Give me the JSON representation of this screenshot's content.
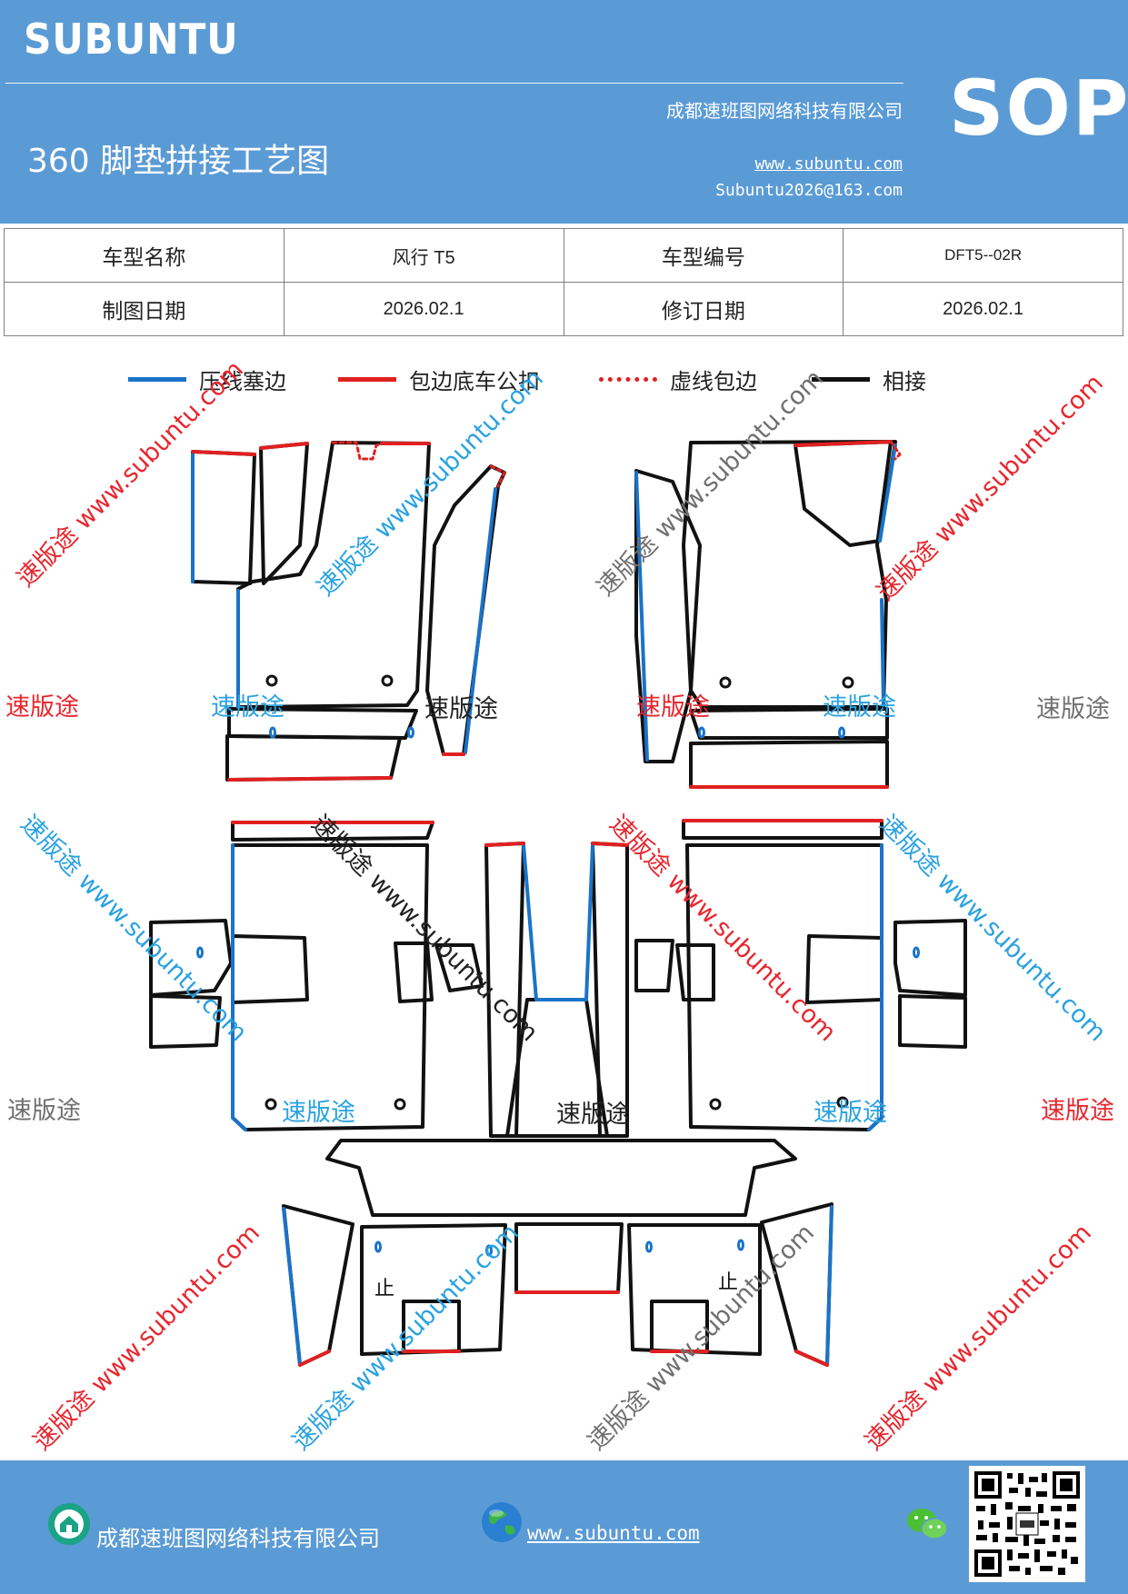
{
  "header": {
    "brand": "SUBUNTU",
    "title": "360 脚垫拼接工艺图",
    "company": "成都速班图网络科技有限公司",
    "website": "www.subuntu.com",
    "email": "Subuntu2026@163.com",
    "badge": "SOP"
  },
  "info_table": {
    "model_name_label": "车型名称",
    "model_name_value": "风行 T5",
    "model_code_label": "车型编号",
    "model_code_value": "DFT5--02R",
    "draw_date_label": "制图日期",
    "draw_date_value": "2026.02.1",
    "revise_date_label": "修订日期",
    "revise_date_value": "2026.02.1"
  },
  "legend": [
    {
      "label": "压线塞边",
      "color": "#1a73c8",
      "style": "solid"
    },
    {
      "label": "包边底车公扣",
      "color": "#e02020",
      "style": "solid"
    },
    {
      "label": "虚线包边",
      "color": "#e02020",
      "style": "dotted"
    },
    {
      "label": "相接",
      "color": "#111111",
      "style": "solid"
    }
  ],
  "diagram": {
    "stop_mark": "止"
  },
  "watermarks": {
    "brand_cn": "速版途",
    "url": "www.subuntu.com",
    "combined": "速版途 www.subuntu.com",
    "colors": {
      "red": "#e8262e",
      "blue": "#2aa2e0",
      "gray": "#707070"
    }
  },
  "footer": {
    "company": "成都速班图网络科技有限公司",
    "website": "www.subuntu.com"
  },
  "colors": {
    "header_bg": "#5b9bd5",
    "blue_line": "#1a73c8",
    "red_line": "#e02020",
    "black_line": "#111111"
  }
}
